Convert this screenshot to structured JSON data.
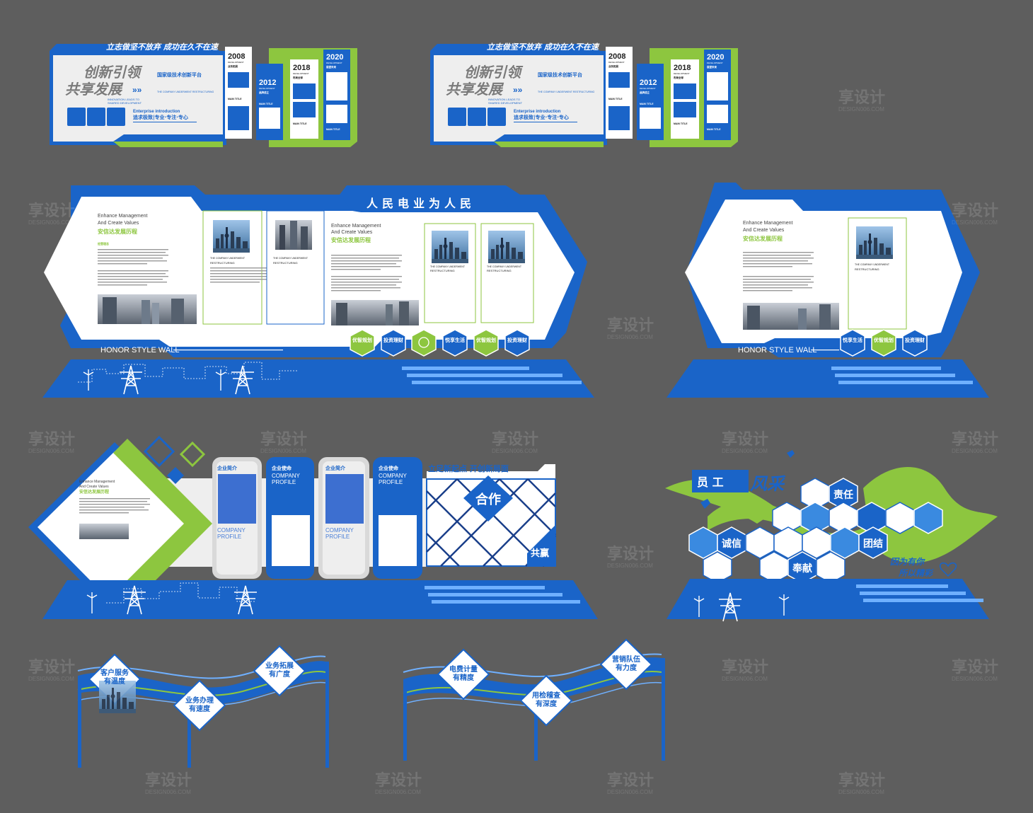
{
  "colors": {
    "background": "#5e5e5e",
    "blue": "#1a64c8",
    "dark_blue": "#0f4ea8",
    "green": "#8dc63f",
    "light_gray": "#eeeeee",
    "white": "#ffffff"
  },
  "watermark": {
    "cn": "享设计",
    "en": "DESIGN006.COM"
  },
  "panel_a": {
    "slogan": "立志做坚不放弃 成功在久不在速",
    "title_1": "创新引领",
    "title_2": "共享发展",
    "subtitle_en_1": "INNOVATION LEADS TO",
    "subtitle_en_2": "SHARED DEVELOPMENT",
    "platform": "国家级技术创新平台",
    "platform_en": "THE COMPANY UNDERWENT RESTRUCTURING",
    "intro_en": "Enterprise introduction",
    "intro_cn": "追求极致|专业·专注·专心",
    "timeline": [
      {
        "year": "2008",
        "sub": "DEVELOPMENT",
        "note": "业务拓展",
        "main": "MAIN TITLE"
      },
      {
        "year": "2012",
        "sub": "DEVELOPMENT",
        "note": "品牌成立",
        "main": "MAIN TITLE"
      },
      {
        "year": "2018",
        "sub": "DEVELOPMENT",
        "note": "布局全球",
        "main": "MAIN TITLE"
      },
      {
        "year": "2020",
        "sub": "DEVELOPMENT",
        "note": "展望未来",
        "main": "MAIN TITLE"
      }
    ]
  },
  "panel_b": {
    "header": "人民电业为人民",
    "en_1": "Enhance Management",
    "en_2": "And Create Values",
    "history": "安信达发展历程",
    "small_label": "经营理念",
    "card_title_1": "THE COMPANY UNDERWENT",
    "card_title_2": "RESTRUCTURING",
    "footer": "HONOR STYLE WALL",
    "hexes": [
      "优智规划",
      "投资理财",
      "",
      "悦享生活",
      "优智规划",
      "投资理财"
    ]
  },
  "panel_c": {
    "en_1": "Enhance Management",
    "en_2": "And Create Values",
    "history": "安信达发展历程",
    "card_title_1": "THE COMPANY UNDERWENT",
    "card_title_2": "RESTRUCTURING",
    "footer": "HONOR STYLE WALL",
    "hexes": [
      "悦享生活",
      "优智规划",
      "投资理财"
    ]
  },
  "panel_d": {
    "en_1": "Enhance Management",
    "en_2": "And Create Values",
    "history": "安信达发展历程",
    "cards": [
      {
        "title": "企业简介",
        "en_1": "COMPANY",
        "en_2": "PROFILE"
      },
      {
        "title": "企业使命",
        "en_1": "COMPANY",
        "en_2": "PROFILE"
      },
      {
        "title": "企业简介",
        "en_1": "COMPANY",
        "en_2": "PROFILE"
      },
      {
        "title": "企业使命",
        "en_1": "COMPANY",
        "en_2": "PROFILE"
      }
    ],
    "banner": "立足新起点 开创新局面",
    "coop": "合作",
    "win": "共赢"
  },
  "panel_e": {
    "title_1": "员 工",
    "title_script": "风采",
    "words": [
      "责任",
      "诚信",
      "团结",
      "奉献"
    ],
    "slogan_1": "因为有你",
    "slogan_2": "所以精彩"
  },
  "panel_f": {
    "signs": [
      {
        "line_1": "客户服务",
        "line_2": "有温度"
      },
      {
        "line_1": "业务办理",
        "line_2": "有速度"
      },
      {
        "line_1": "业务拓展",
        "line_2": "有广度"
      }
    ]
  },
  "panel_g": {
    "signs": [
      {
        "line_1": "电费计量",
        "line_2": "有精度"
      },
      {
        "line_1": "用检稽查",
        "line_2": "有深度"
      },
      {
        "line_1": "营销队伍",
        "line_2": "有力度"
      }
    ]
  }
}
